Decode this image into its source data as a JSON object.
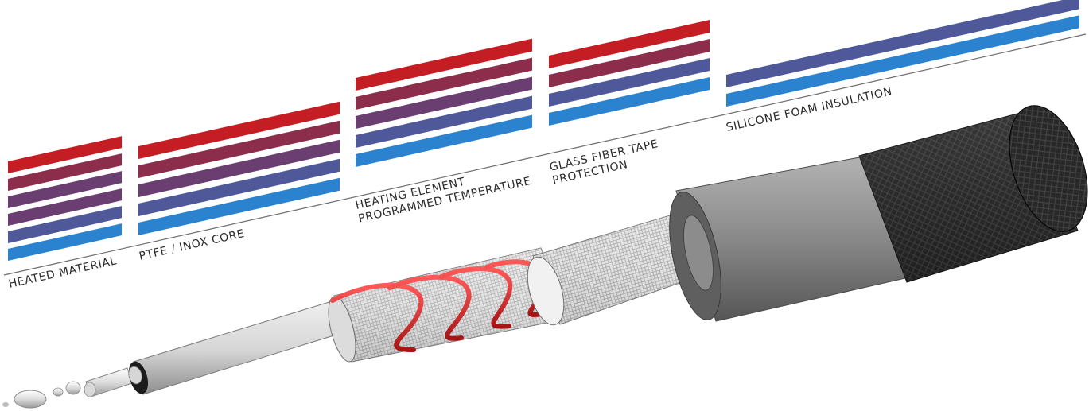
{
  "diagram": {
    "layers": [
      {
        "id": "heated-material",
        "lines": [
          "HEATED MATERIAL"
        ],
        "stripe_count": 6
      },
      {
        "id": "ptfe-inox-core",
        "lines": [
          "PTFE / INOX CORE"
        ],
        "stripe_count": 5
      },
      {
        "id": "heating-element",
        "lines": [
          "HEATING ELEMENT",
          "PROGRAMMED TEMPERATURE"
        ],
        "stripe_count": 5
      },
      {
        "id": "glass-fiber-tape",
        "lines": [
          "GLASS FIBER TAPE",
          "PROTECTION"
        ],
        "stripe_count": 4
      },
      {
        "id": "silicone-foam",
        "lines": [
          "SILICONE FOAM INSULATION"
        ],
        "stripe_count": 2
      }
    ],
    "gradient_colors": {
      "hot": "#c41e24",
      "mid_hot": "#8c2d4b",
      "mid": "#6a3e70",
      "mid_cool": "#4f5899",
      "cool": "#2b83cf"
    },
    "cable_colors": {
      "heating_wire": "#d62a2a",
      "core": "#e2e2e2",
      "foam": "#888888",
      "braid": "#2a2a2a"
    }
  }
}
